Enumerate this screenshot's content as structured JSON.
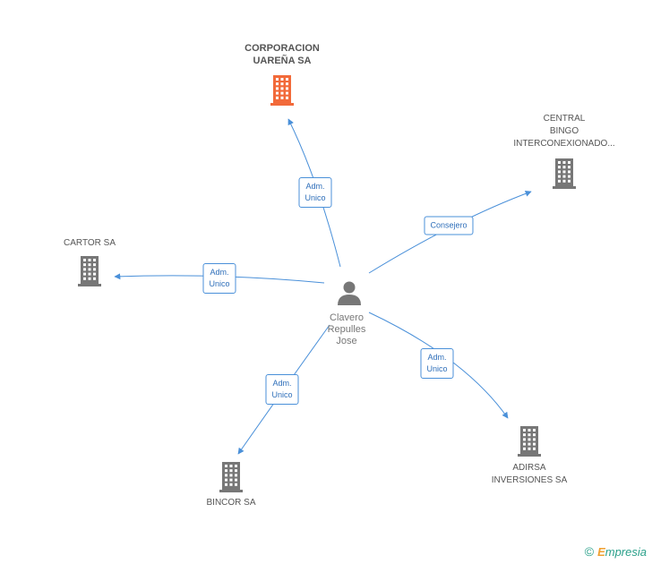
{
  "colors": {
    "edge": "#4a90d9",
    "company": "#777777",
    "main_company": "#f26a3a",
    "person": "#777777"
  },
  "center": {
    "name_lines": [
      "Clavero",
      "Repulles",
      "Jose"
    ],
    "icon": "person-icon"
  },
  "companies": [
    {
      "id": "corporacion",
      "lines": [
        "CORPORACION",
        "UAREÑA SA"
      ],
      "main": true,
      "icon": "building-icon"
    },
    {
      "id": "central",
      "lines": [
        "CENTRAL",
        "BINGO",
        "INTERCONEXIONADO..."
      ],
      "main": false,
      "icon": "building-icon"
    },
    {
      "id": "cartor",
      "lines": [
        "CARTOR SA"
      ],
      "main": false,
      "icon": "building-icon"
    },
    {
      "id": "adirsa",
      "lines": [
        "ADIRSA",
        "INVERSIONES SA"
      ],
      "main": false,
      "icon": "building-icon"
    },
    {
      "id": "bincor",
      "lines": [
        "BINCOR SA"
      ],
      "main": false,
      "icon": "building-icon"
    }
  ],
  "edges": [
    {
      "to": "corporacion",
      "lines": [
        "Adm.",
        "Unico"
      ]
    },
    {
      "to": "central",
      "lines": [
        "Consejero"
      ]
    },
    {
      "to": "cartor",
      "lines": [
        "Adm.",
        "Unico"
      ]
    },
    {
      "to": "adirsa",
      "lines": [
        "Adm.",
        "Unico"
      ]
    },
    {
      "to": "bincor",
      "lines": [
        "Adm.",
        "Unico"
      ]
    }
  ],
  "footer": {
    "copyright": "©",
    "brand_initial": "E",
    "brand_rest": "mpresia"
  }
}
